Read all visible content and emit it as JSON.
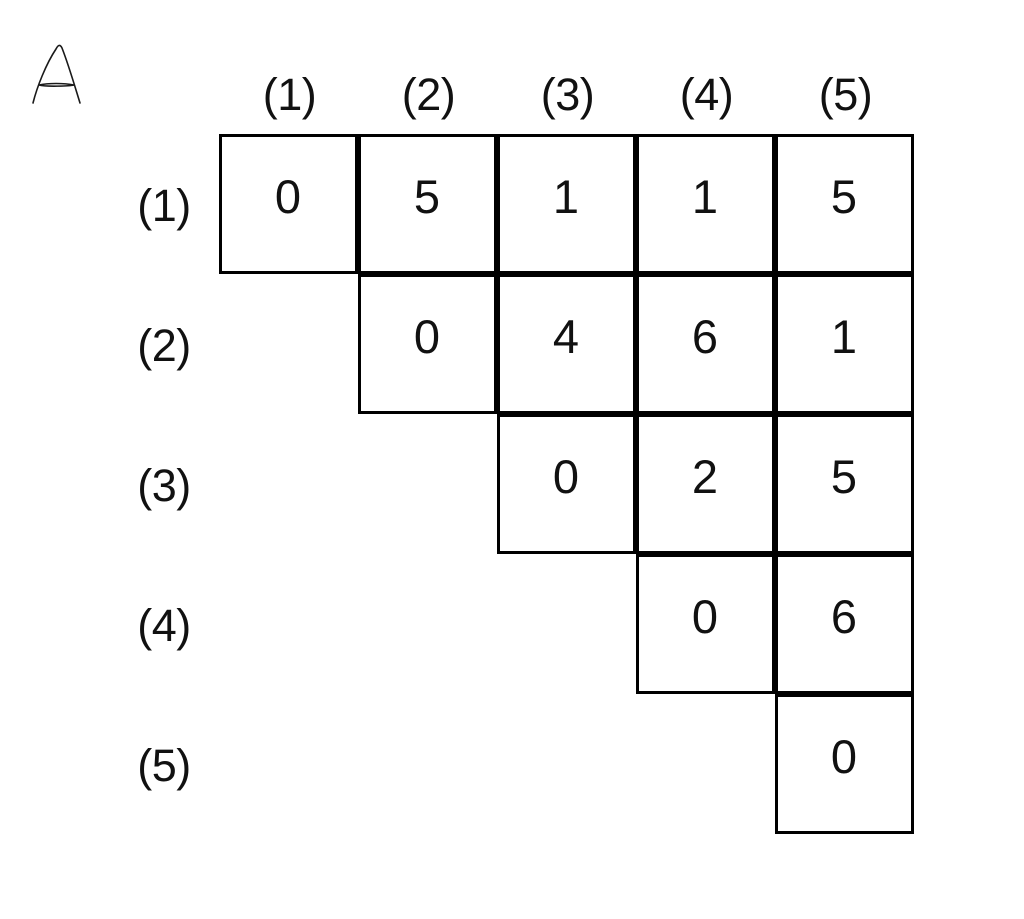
{
  "panel": {
    "label": "A",
    "label_icon": "handwritten-letter-a"
  },
  "matrix": {
    "col_headers": [
      "(1)",
      "(2)",
      "(3)",
      "(4)",
      "(5)"
    ],
    "row_headers": [
      "(1)",
      "(2)",
      "(3)",
      "(4)",
      "(5)"
    ],
    "colors": {
      "line": "#000000",
      "text": "#111111",
      "background": "#ffffff"
    }
  },
  "chart_data": {
    "type": "table",
    "title": "A",
    "xlabel": "",
    "ylabel": "",
    "grid": true,
    "shape": "upper-triangular",
    "rows": 5,
    "cols": 5,
    "categories": [
      "(1)",
      "(2)",
      "(3)",
      "(4)",
      "(5)"
    ],
    "row_labels": [
      "(1)",
      "(2)",
      "(3)",
      "(4)",
      "(5)"
    ],
    "col_labels": [
      "(1)",
      "(2)",
      "(3)",
      "(4)",
      "(5)"
    ],
    "values": [
      [
        "0",
        "5",
        "1",
        "1",
        "5"
      ],
      [
        null,
        "0",
        "4",
        "6",
        "1"
      ],
      [
        null,
        null,
        "0",
        "2",
        "5"
      ],
      [
        null,
        null,
        null,
        "0",
        "6"
      ],
      [
        null,
        null,
        null,
        null,
        "0"
      ]
    ],
    "cells": [
      {
        "row": 0,
        "col": 0,
        "value": "0"
      },
      {
        "row": 0,
        "col": 1,
        "value": "5"
      },
      {
        "row": 0,
        "col": 2,
        "value": "1"
      },
      {
        "row": 0,
        "col": 3,
        "value": "1"
      },
      {
        "row": 0,
        "col": 4,
        "value": "5"
      },
      {
        "row": 1,
        "col": 1,
        "value": "0"
      },
      {
        "row": 1,
        "col": 2,
        "value": "4"
      },
      {
        "row": 1,
        "col": 3,
        "value": "6"
      },
      {
        "row": 1,
        "col": 4,
        "value": "1"
      },
      {
        "row": 2,
        "col": 2,
        "value": "0"
      },
      {
        "row": 2,
        "col": 3,
        "value": "2"
      },
      {
        "row": 2,
        "col": 4,
        "value": "5"
      },
      {
        "row": 3,
        "col": 3,
        "value": "0"
      },
      {
        "row": 3,
        "col": 4,
        "value": "6"
      },
      {
        "row": 4,
        "col": 4,
        "value": "0"
      }
    ]
  }
}
